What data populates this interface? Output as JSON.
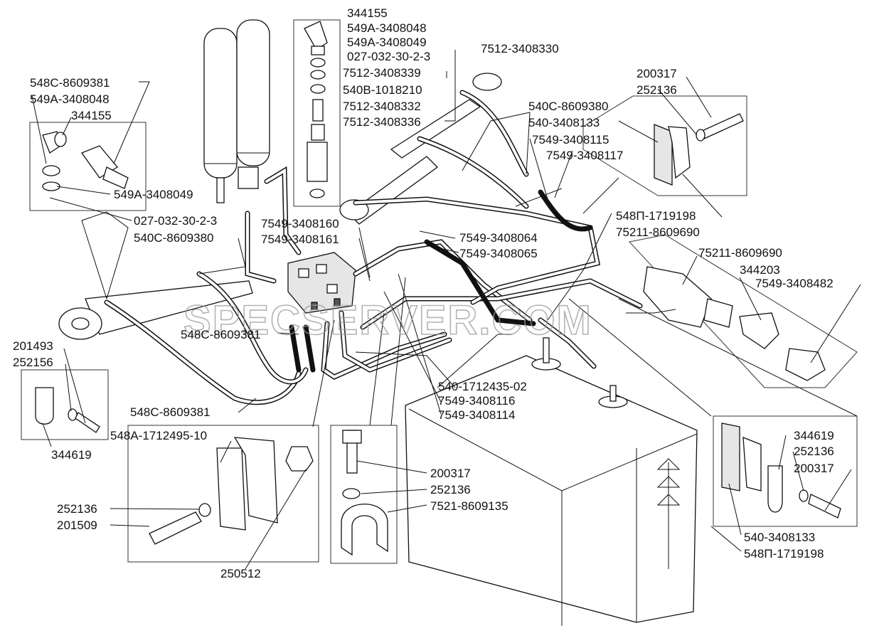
{
  "watermark": "SPECSERVER.COM",
  "labels": {
    "l01": "344155",
    "l02": "549А-3408048",
    "l03": "549А-3408049",
    "l04": "027-032-30-2-3",
    "l05": "7512-3408339",
    "l06": "540В-1018210",
    "l07": "7512-3408332",
    "l08": "7512-3408336",
    "l09": "7512-3408330",
    "l10": "548С-8609381",
    "l11": "549А-3408048",
    "l12": "344155",
    "l13": "549А-3408049",
    "l14": "027-032-30-2-3",
    "l15": "540С-8609380",
    "l16": "7549-3408160",
    "l17": "7549-3408161",
    "l18": "7549-3408064",
    "l19": "7549-3408065",
    "l20": "540С-8609380",
    "l21": "540-3408133",
    "l22": "7549-3408115",
    "l23": "7549-3408117",
    "l24": "200317",
    "l25": "252136",
    "l26": "548П-1719198",
    "l27": "75211-8609690",
    "l28": "75211-8609690",
    "l29": "344203",
    "l30": "7549-3408482",
    "l31": "548С-8609381",
    "l32": "201493",
    "l33": "252156",
    "l34": "344619",
    "l35": "548С-8609381",
    "l36": "540-1712435-02",
    "l37": "7549-3408116",
    "l38": "7549-3408114",
    "l39": "548А-1712495-10",
    "l40": "252136",
    "l41": "201509",
    "l42": "250512",
    "l43": "200317",
    "l44": "252136",
    "l45": "7521-8609135",
    "l46": "344619",
    "l47": "252136",
    "l48": "200317",
    "l49": "540-3408133",
    "l50": "548П-1719198"
  }
}
